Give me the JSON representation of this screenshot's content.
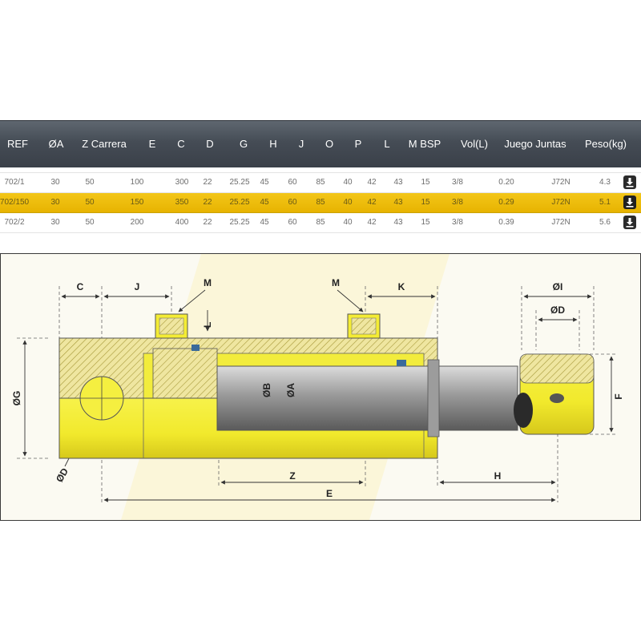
{
  "table": {
    "columns": [
      "REF",
      "ØA",
      "Z Carrera",
      "E",
      "C",
      "D",
      "G",
      "H",
      "J",
      "O",
      "P",
      "L",
      "M BSP",
      "Vol(L)",
      "Juego Juntas",
      "Peso(kg)"
    ],
    "rows": [
      {
        "cells": [
          "702/1",
          "30",
          "50",
          "100",
          "300",
          "22",
          "25.25",
          "45",
          "60",
          "85",
          "40",
          "42",
          "43",
          "15",
          "3/8",
          "0.20",
          "J72N",
          "4.3"
        ],
        "highlighted": false,
        "action_icon": "download-icon"
      },
      {
        "cells": [
          "702/150",
          "30",
          "50",
          "150",
          "350",
          "22",
          "25.25",
          "45",
          "60",
          "85",
          "40",
          "42",
          "43",
          "15",
          "3/8",
          "0.29",
          "J72N",
          "5.1"
        ],
        "highlighted": true,
        "action_icon": "download-icon"
      },
      {
        "cells": [
          "702/2",
          "30",
          "50",
          "200",
          "400",
          "22",
          "25.25",
          "45",
          "60",
          "85",
          "40",
          "42",
          "43",
          "15",
          "3/8",
          "0.39",
          "J72N",
          "5.6"
        ],
        "highlighted": false,
        "action_icon": "download-icon"
      }
    ]
  },
  "diagram": {
    "labels": {
      "C": "C",
      "J": "J",
      "M1": "M",
      "M2": "M",
      "K": "K",
      "OI": "ØI",
      "OD_top": "ØD",
      "L": "L",
      "OG": "ØG",
      "OB": "ØB",
      "OA": "ØA",
      "F": "F",
      "OD_eye": "ØD",
      "Z": "Z",
      "H": "H",
      "E": "E"
    }
  },
  "colors": {
    "header_dark": "#454c55",
    "highlight_row": "#f0c010",
    "cylinder_yellow": "#f4ee2e",
    "cylinder_shade": "#d8cc1a",
    "rod_gray": "#8e8e8e",
    "hatch": "#b9ae4a"
  }
}
